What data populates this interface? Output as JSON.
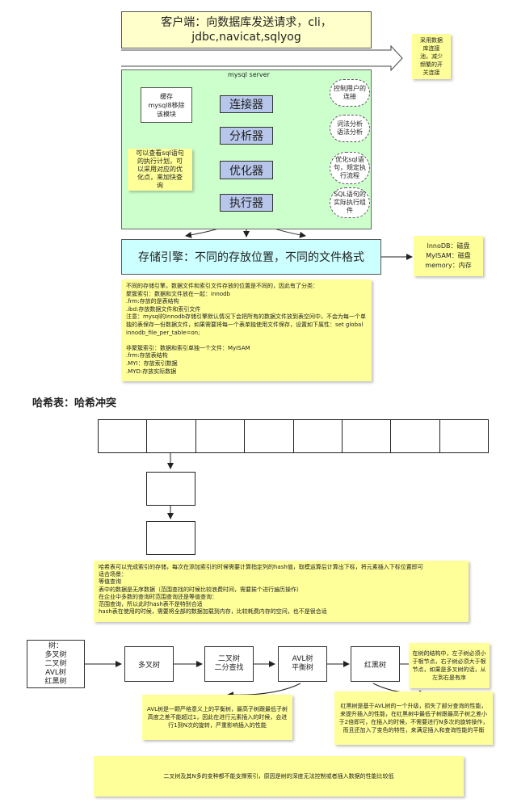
{
  "client": {
    "line1": "客户端：向数据库发送请求，cli，",
    "line2": "jdbc,navicat,sqlyog"
  },
  "pool_note": "采用数据\n库连接\n池，减少\n频繁的开\n关连接",
  "mysql_server": {
    "title": "mysql server",
    "cache_note": "缓存\nmysql8移除\n该模块",
    "components": [
      "连接器",
      "分析器",
      "优化器",
      "执行器"
    ],
    "clouds": [
      "控制用户的\n连接",
      "词法分析\n语法分析",
      "优化sql语\n句，规定执\n行流程",
      "SQL语句的\n实际执行组\n件"
    ],
    "optimizer_note": "可以查看sql语句\n的执行计划，可\n以采用对应的优\n化点，来加快查\n询"
  },
  "storage": {
    "title": "存储引擎：不同的存放位置，不同的文件格式",
    "engines_note": "InnoDB：磁盘\nMyISAM：磁盘\nmemory：内存"
  },
  "storage_note": "不同的存储引擎，数据文件和索引文件存放的位置是不同的，因此有了分类：\n聚簇索引：数据和文件放在一起：innodb\n              .frm:存放的是表结构\n              .ibd:存放数据文件和索引文件\n注意：mysql的innodb存储引擎默认情况下会把所有的数据文件放到表空间中，不会为每一个单独的表保存一份数据文件，如果需要将每一个表单独使用文件保存，设置如下属性：set global innodb_file_per_table=on;\n\n非聚簇索引：数据和索引单独一个文件：MyISAM\n              .frm:存放表结构\n              .MYI：存放索引数据\n              .MYD:存放实际数据",
  "hash_section": {
    "title": "哈希表：哈希冲突",
    "note": "哈希表可以完成索引的存储，每次在添加索引的时候需要计算指定列的hash值，取模运算后计算出下标，将元素插入下标位置即可\n适合场景：\n       等值查询\n       表中的数据是无序数据（范围查找的时候比较浪费时间，需要挨个进行遍历操作）\n在企业中多数的查询时范围查询还是等值查询：\n范围查询，所以此时hash表不是特别合适\nhash表在使用的时候，需要将全部的数据加载到内存，比较耗费内存的空间，也不是很合适"
  },
  "tree_section": {
    "types_note": "树：\n多叉树\n二叉树\nAVL树\n红黑树",
    "boxes": [
      "多叉树",
      "二叉树\n二分查找",
      "AVL树\n平衡树",
      "红黑树"
    ],
    "rb_note": "在树的结构中，左子树必须小于根节点，右子树必须大于根节点，如果是多叉树的话，从左到右是有序",
    "avl_note": "AVL树是一颗严格意义上的平衡树，最高子树跟最低子树高度之差不能超过1，因此在进行元素插入的时候，会进行1到N次的旋转，严重影响插入的性能",
    "redblack_note": "红黑树是基于AVL树的一个升级，损失了部分查询的性能，来提升插入的性能，在红黑树中最低子树跟最高子树之差小于2倍即可，在插入的时候，不需要进行N多次的旋转操作，而且还加入了变色的特性，来满足插入和查询性能的平衡",
    "bottom_note": "二叉树及其N多的变种都不能支撑索引，原因是树的深度无法控制或者插入数据的性能比较低"
  }
}
